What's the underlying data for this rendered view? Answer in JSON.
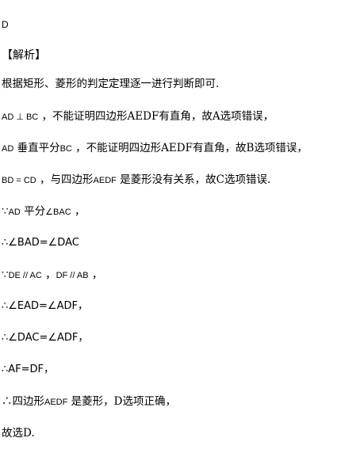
{
  "answer": "D",
  "heading": "【解析】",
  "lines": [
    {
      "parts": [
        "根据矩形、菱形的判定定理逐一进行判断即可."
      ]
    },
    {
      "math": "AD ⊥ BC",
      "text": " ，不能证明四边形AEDF有直角，故A选项错误，"
    },
    {
      "math": "AD",
      "text": " 垂直平分",
      "math2": "BC",
      "text2": " ，不能证明四边形AEDF有直角，故B选项错误，"
    },
    {
      "math": "BD = CD",
      "text": " ，与四边形",
      "math2": "AEDF",
      "text2": " 是菱形没有关系，故C选项错误."
    },
    {
      "prefix": "∵",
      "math": "AD",
      "text": " 平分",
      "math2": "∠BAC",
      "text2": " ，"
    },
    {
      "text": "∴∠BAD=∠DAC"
    },
    {
      "prefix": "∵",
      "math": "DE // AC",
      "text": " ，",
      "math2": "DF // AB",
      "text2": " ，"
    },
    {
      "text": "∴∠EAD=∠ADF，"
    },
    {
      "text": "∴∠DAC=∠ADF，"
    },
    {
      "text": "∴AF=DF，"
    },
    {
      "prefix": "∴四边形",
      "math": "AEDF",
      "text": " 是菱形，D选项正确，"
    },
    {
      "text": "故选D."
    }
  ],
  "glyph_box": "☐"
}
